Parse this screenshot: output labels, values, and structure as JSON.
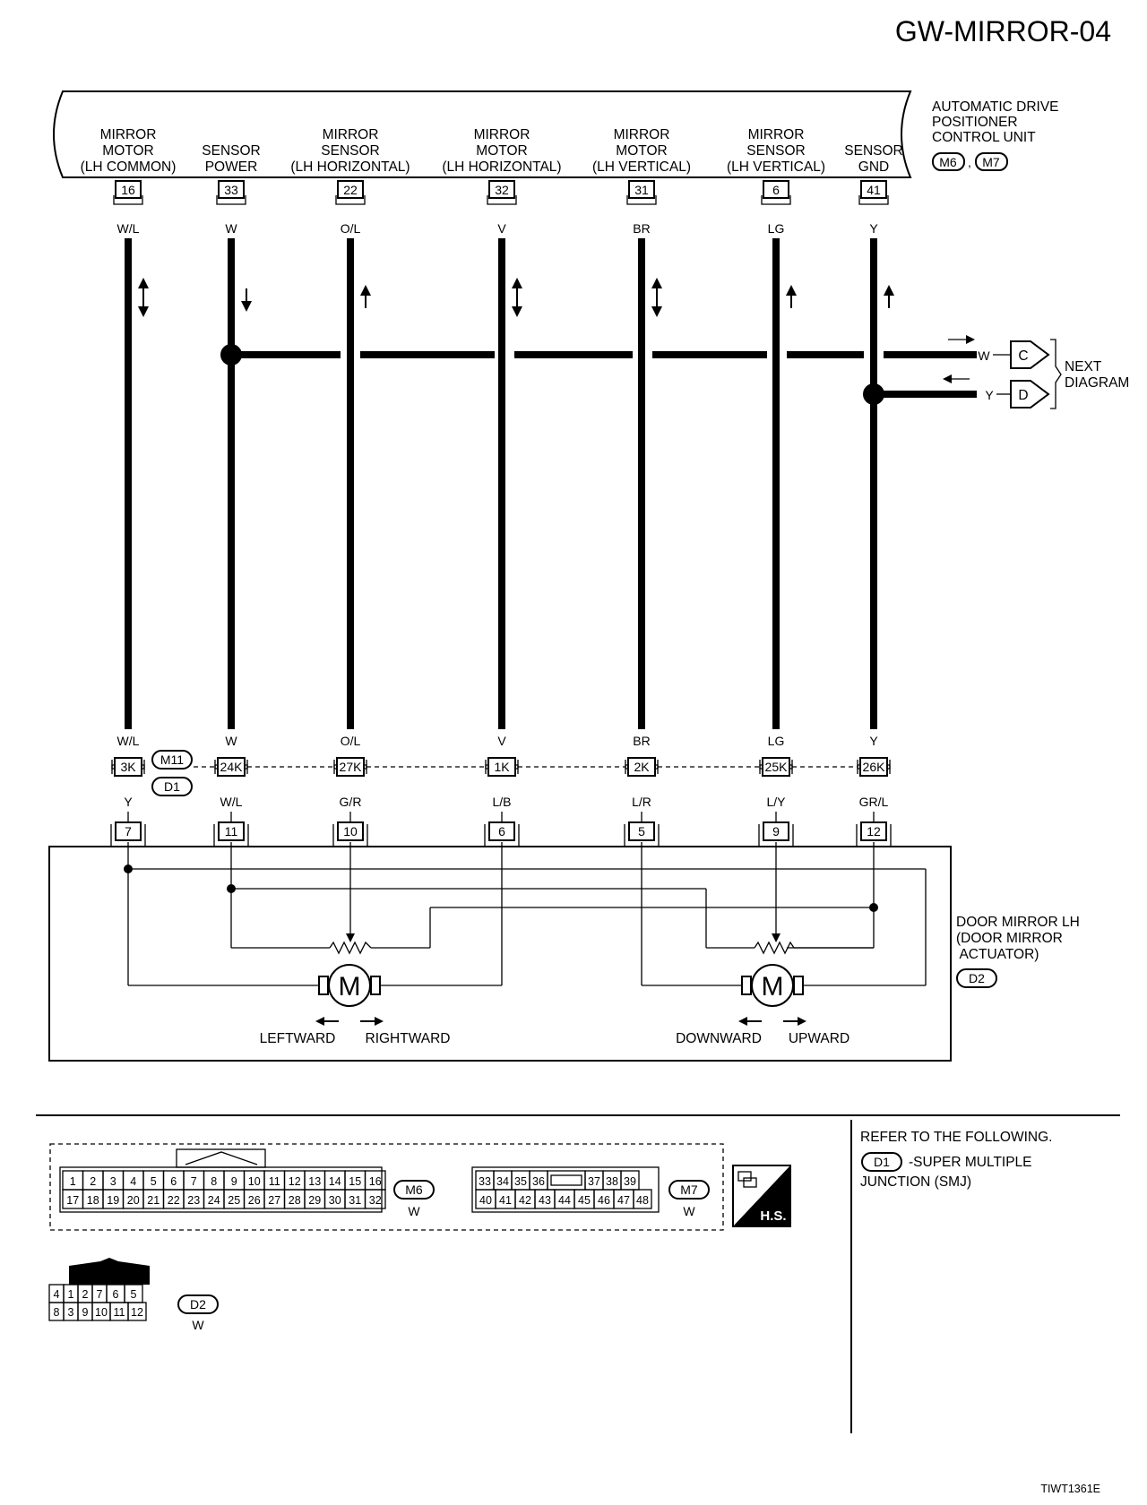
{
  "page_id": "GW-MIRROR-04",
  "figure_code": "TIWT1361E",
  "control_unit": {
    "name_lines": [
      "AUTOMATIC DRIVE",
      "POSITIONER",
      "CONTROL UNIT"
    ],
    "connectors": [
      "M6",
      "M7"
    ],
    "separator": ","
  },
  "terminals": [
    {
      "label_lines": [
        "MIRROR",
        "MOTOR",
        "(LH COMMON)"
      ],
      "pin": "16",
      "color": "W/L",
      "arrow": "both",
      "junction_color_top": "W/L",
      "junction_pin": "3K",
      "junction_color_bottom": "Y",
      "mirror_pin": "7"
    },
    {
      "label_lines": [
        "SENSOR",
        "POWER"
      ],
      "pin": "33",
      "color": "W",
      "arrow": "down",
      "junction_color_top": "W",
      "junction_pin": "24K",
      "junction_color_bottom": "W/L",
      "mirror_pin": "11"
    },
    {
      "label_lines": [
        "MIRROR",
        "SENSOR",
        "(LH HORIZONTAL)"
      ],
      "pin": "22",
      "color": "O/L",
      "arrow": "up",
      "junction_color_top": "O/L",
      "junction_pin": "27K",
      "junction_color_bottom": "G/R",
      "mirror_pin": "10"
    },
    {
      "label_lines": [
        "MIRROR",
        "MOTOR",
        "(LH HORIZONTAL)"
      ],
      "pin": "32",
      "color": "V",
      "arrow": "both",
      "junction_color_top": "V",
      "junction_pin": "1K",
      "junction_color_bottom": "L/B",
      "mirror_pin": "6"
    },
    {
      "label_lines": [
        "MIRROR",
        "MOTOR",
        "(LH VERTICAL)"
      ],
      "pin": "31",
      "color": "BR",
      "arrow": "both",
      "junction_color_top": "BR",
      "junction_pin": "2K",
      "junction_color_bottom": "L/R",
      "mirror_pin": "5"
    },
    {
      "label_lines": [
        "MIRROR",
        "SENSOR",
        "(LH VERTICAL)"
      ],
      "pin": "6",
      "color": "LG",
      "arrow": "up",
      "junction_color_top": "LG",
      "junction_pin": "25K",
      "junction_color_bottom": "L/Y",
      "mirror_pin": "9"
    },
    {
      "label_lines": [
        "SENSOR",
        "GND"
      ],
      "pin": "41",
      "color": "Y",
      "arrow": "up",
      "junction_color_top": "Y",
      "junction_pin": "26K",
      "junction_color_bottom": "GR/L",
      "mirror_pin": "12"
    }
  ],
  "next_diagram": {
    "label_lines": [
      "NEXT",
      "DIAGRAM"
    ],
    "links": [
      {
        "color": "W",
        "letter": "C"
      },
      {
        "color": "Y",
        "letter": "D"
      }
    ]
  },
  "junction": {
    "connectors": [
      "M11",
      "D1"
    ]
  },
  "door_mirror": {
    "name_lines": [
      "DOOR MIRROR LH",
      "(DOOR MIRROR",
      " ACTUATOR)"
    ],
    "connector": "D2",
    "motor_symbol": "M",
    "left_motor": {
      "dir_left": "LEFTWARD",
      "dir_right": "RIGHTWARD"
    },
    "right_motor": {
      "dir_left": "DOWNWARD",
      "dir_right": "UPWARD"
    }
  },
  "connector_views": {
    "m6": {
      "row1": [
        "1",
        "2",
        "3",
        "4",
        "5",
        "6",
        "7",
        "8",
        "9",
        "10",
        "11",
        "12",
        "13",
        "14",
        "15",
        "16"
      ],
      "row2": [
        "17",
        "18",
        "19",
        "20",
        "21",
        "22",
        "23",
        "24",
        "25",
        "26",
        "27",
        "28",
        "29",
        "30",
        "31",
        "32"
      ],
      "id": "M6",
      "color": "W"
    },
    "m7": {
      "row1": [
        "33",
        "34",
        "35",
        "36",
        "",
        "37",
        "38",
        "39"
      ],
      "row2": [
        "40",
        "41",
        "42",
        "43",
        "44",
        "45",
        "46",
        "47",
        "48"
      ],
      "id": "M7",
      "color": "W"
    },
    "d2": {
      "row1": [
        "4",
        "1",
        "2",
        "7",
        "6",
        "5"
      ],
      "row2": [
        "8",
        "3",
        "9",
        "10",
        "11",
        "12"
      ],
      "id": "D2",
      "color": "W"
    },
    "hs_icon": "harness-connector-icon",
    "hs_label": "H.S."
  },
  "reference": {
    "title": "REFER TO THE FOLLOWING.",
    "item_connector": "D1",
    "item_lines": [
      "-SUPER MULTIPLE",
      "JUNCTION (SMJ)"
    ]
  }
}
